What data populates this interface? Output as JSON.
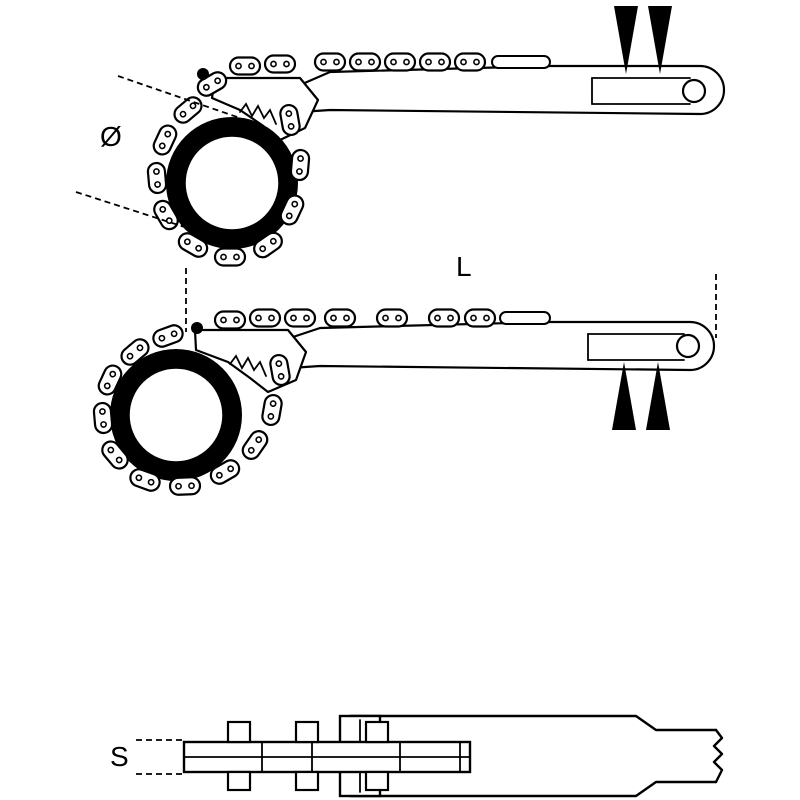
{
  "labels": {
    "diameter": "Ø",
    "length": "L",
    "thickness": "S"
  }
}
